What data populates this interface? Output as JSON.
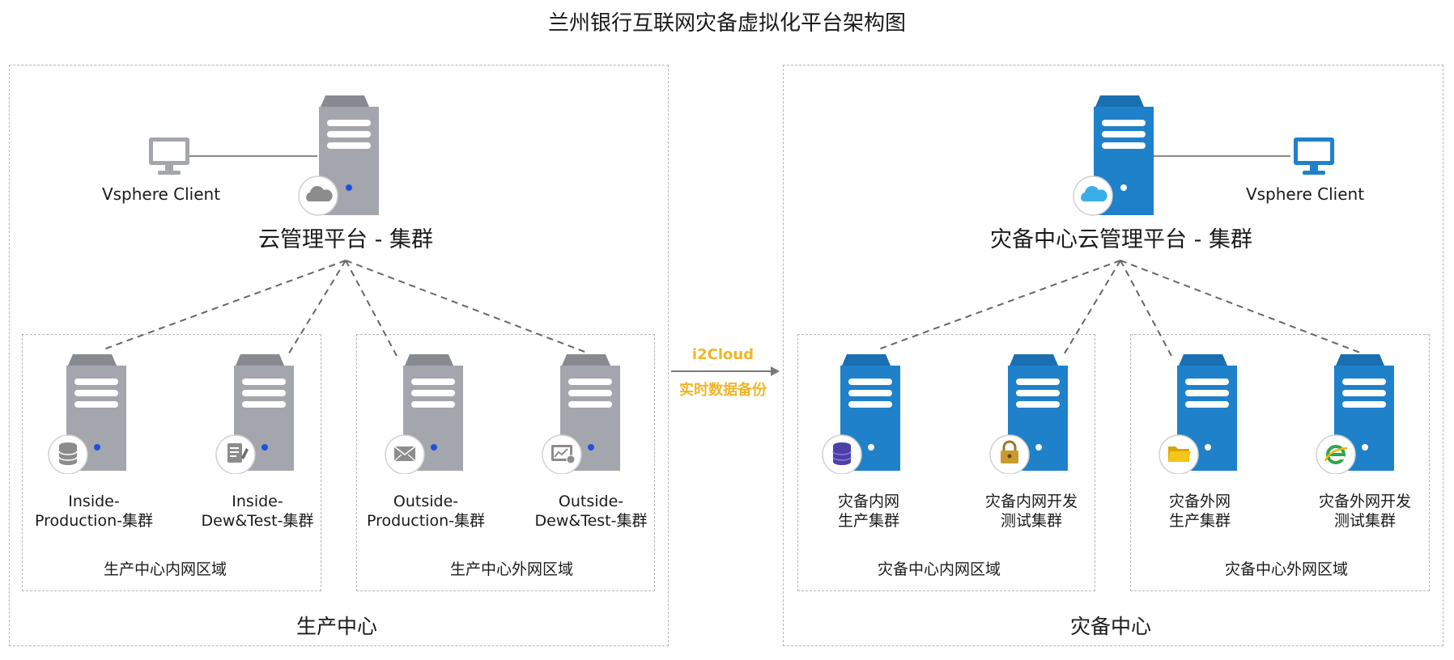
{
  "title": "兰州银行互联网灾备虚拟化平台架构图",
  "colors": {
    "gray_server": "#a4a6ad",
    "blue_server": "#1f81ca",
    "monitor_gray": "#a4a6ad",
    "monitor_blue": "#1f81ca",
    "dot_blue": "#1e52dc",
    "link_text": "#f2b526",
    "dash": "#666666"
  },
  "production": {
    "center_label": "生产中心",
    "client_label": "Vsphere Client",
    "platform_label": "云管理平台 - 集群",
    "zones": [
      {
        "label": "生产中心内网区域",
        "clusters": [
          {
            "label_line1": "Inside-",
            "label_line2": "Production-集群",
            "icon": "database-icon"
          },
          {
            "label_line1": "Inside-",
            "label_line2": "Dew&Test-集群",
            "icon": "document-icon"
          }
        ]
      },
      {
        "label": "生产中心外网区域",
        "clusters": [
          {
            "label_line1": "Outside-",
            "label_line2": "Production-集群",
            "icon": "mail-icon"
          },
          {
            "label_line1": "Outside-",
            "label_line2": "Dew&Test-集群",
            "icon": "chart-icon"
          }
        ]
      }
    ]
  },
  "link": {
    "line1": "i2Cloud",
    "line2": "实时数据备份"
  },
  "disaster": {
    "center_label": "灾备中心",
    "client_label": "Vsphere Client",
    "platform_label": "灾备中心云管理平台 - 集群",
    "zones": [
      {
        "label": "灾备中心内网区域",
        "clusters": [
          {
            "label_line1": "灾备内网",
            "label_line2": "生产集群",
            "icon": "database-icon"
          },
          {
            "label_line1": "灾备内网开发",
            "label_line2": "测试集群",
            "icon": "lock-icon"
          }
        ]
      },
      {
        "label": "灾备中心外网区域",
        "clusters": [
          {
            "label_line1": "灾备外网",
            "label_line2": "生产集群",
            "icon": "folder-icon"
          },
          {
            "label_line1": "灾备外网开发",
            "label_line2": "测试集群",
            "icon": "ie-browser-icon"
          }
        ]
      }
    ]
  }
}
